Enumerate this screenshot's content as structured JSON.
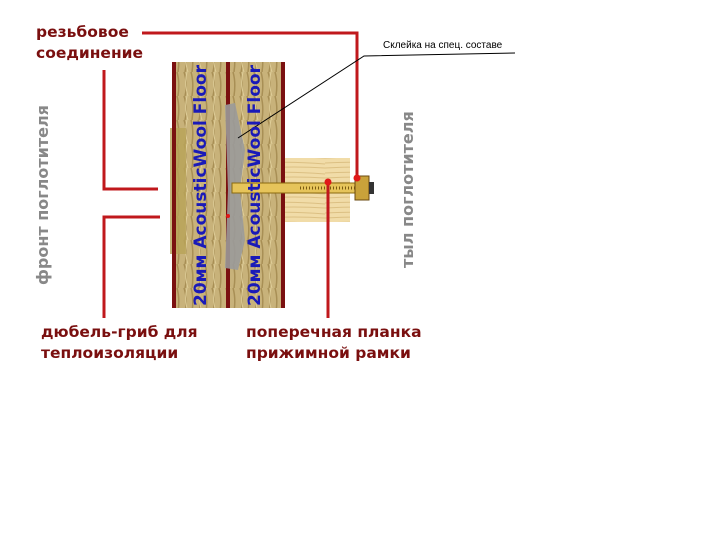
{
  "labels": {
    "threaded_joint_line1": "резьбовое",
    "threaded_joint_line2": "соединение",
    "glue_note": "Склейка на спец. составе",
    "front": "фронт поглотителя",
    "back": "тыл поглотителя",
    "dowel_line1": "дюбель-гриб для",
    "dowel_line2": "теплоизоляции",
    "plank_line1": "поперечная планка",
    "plank_line2": "прижимной рамки",
    "panel_left": "20мм AcousticWool Floor",
    "panel_right": "20мм AcousticWool Floor"
  },
  "colors": {
    "callout": "#c0181c",
    "label": "#7a0f0f",
    "panel_text": "#1a1ab8",
    "panel_border": "#7a1010"
  }
}
